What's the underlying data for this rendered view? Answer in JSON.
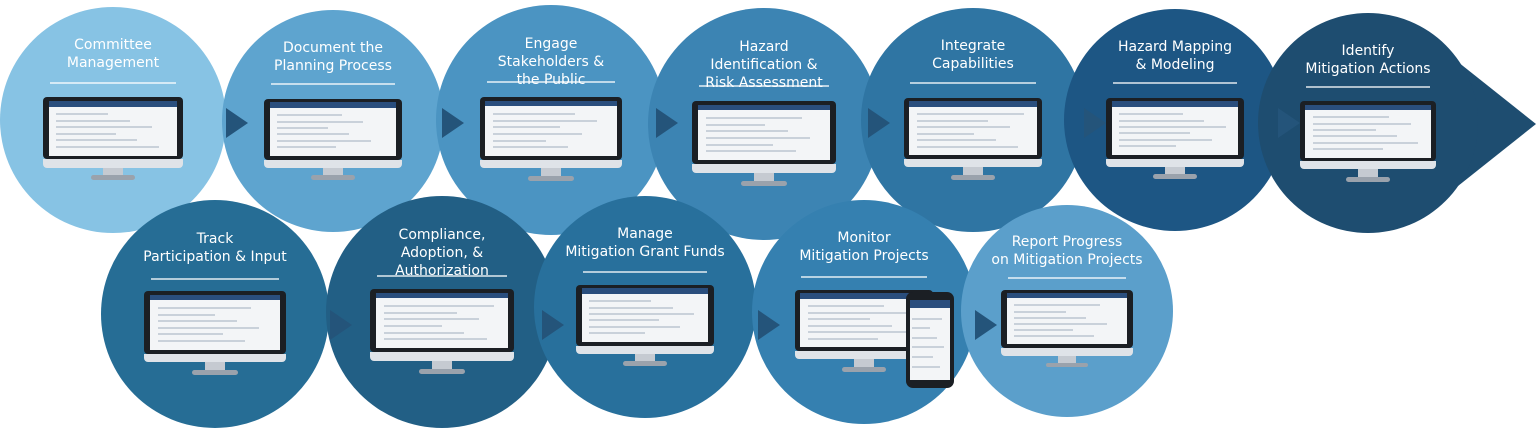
{
  "steps": [
    {
      "id": "committee-management",
      "title": "Committee\nManagement",
      "color": "#87c3e4"
    },
    {
      "id": "document-planning",
      "title": "Document the\nPlanning Process",
      "color": "#5ea4cf"
    },
    {
      "id": "engage-stakeholders",
      "title": "Engage\nStakeholders &\nthe Public",
      "color": "#4b94c2"
    },
    {
      "id": "hazard-identification",
      "title": "Hazard\nIdentification &\nRisk Assessment",
      "color": "#3c84b3"
    },
    {
      "id": "integrate-capabilities",
      "title": "Integrate\nCapabilities",
      "color": "#2f75a3"
    },
    {
      "id": "hazard-mapping",
      "title": "Hazard Mapping\n& Modeling",
      "color": "#1d5684"
    },
    {
      "id": "identify-mitigation-actions",
      "title": "Identify\nMitigation Actions",
      "color": "#1e4d70"
    },
    {
      "id": "track-participation",
      "title": "Track\nParticipation & Input",
      "color": "#266d95"
    },
    {
      "id": "compliance-adoption",
      "title": "Compliance,\nAdoption, & Authorization",
      "color": "#225f85"
    },
    {
      "id": "manage-grant-funds",
      "title": "Manage\nMitigation Grant Funds",
      "color": "#28709c"
    },
    {
      "id": "monitor-projects",
      "title": "Monitor\nMitigation Projects",
      "color": "#3580b0"
    },
    {
      "id": "report-progress",
      "title": "Report Progress\non Mitigation Projects",
      "color": "#5b9fcb"
    }
  ],
  "colors": {
    "end_arrow": "#1e4d70",
    "chevron": "#24547a",
    "screen_header": "#2a4e7d"
  }
}
